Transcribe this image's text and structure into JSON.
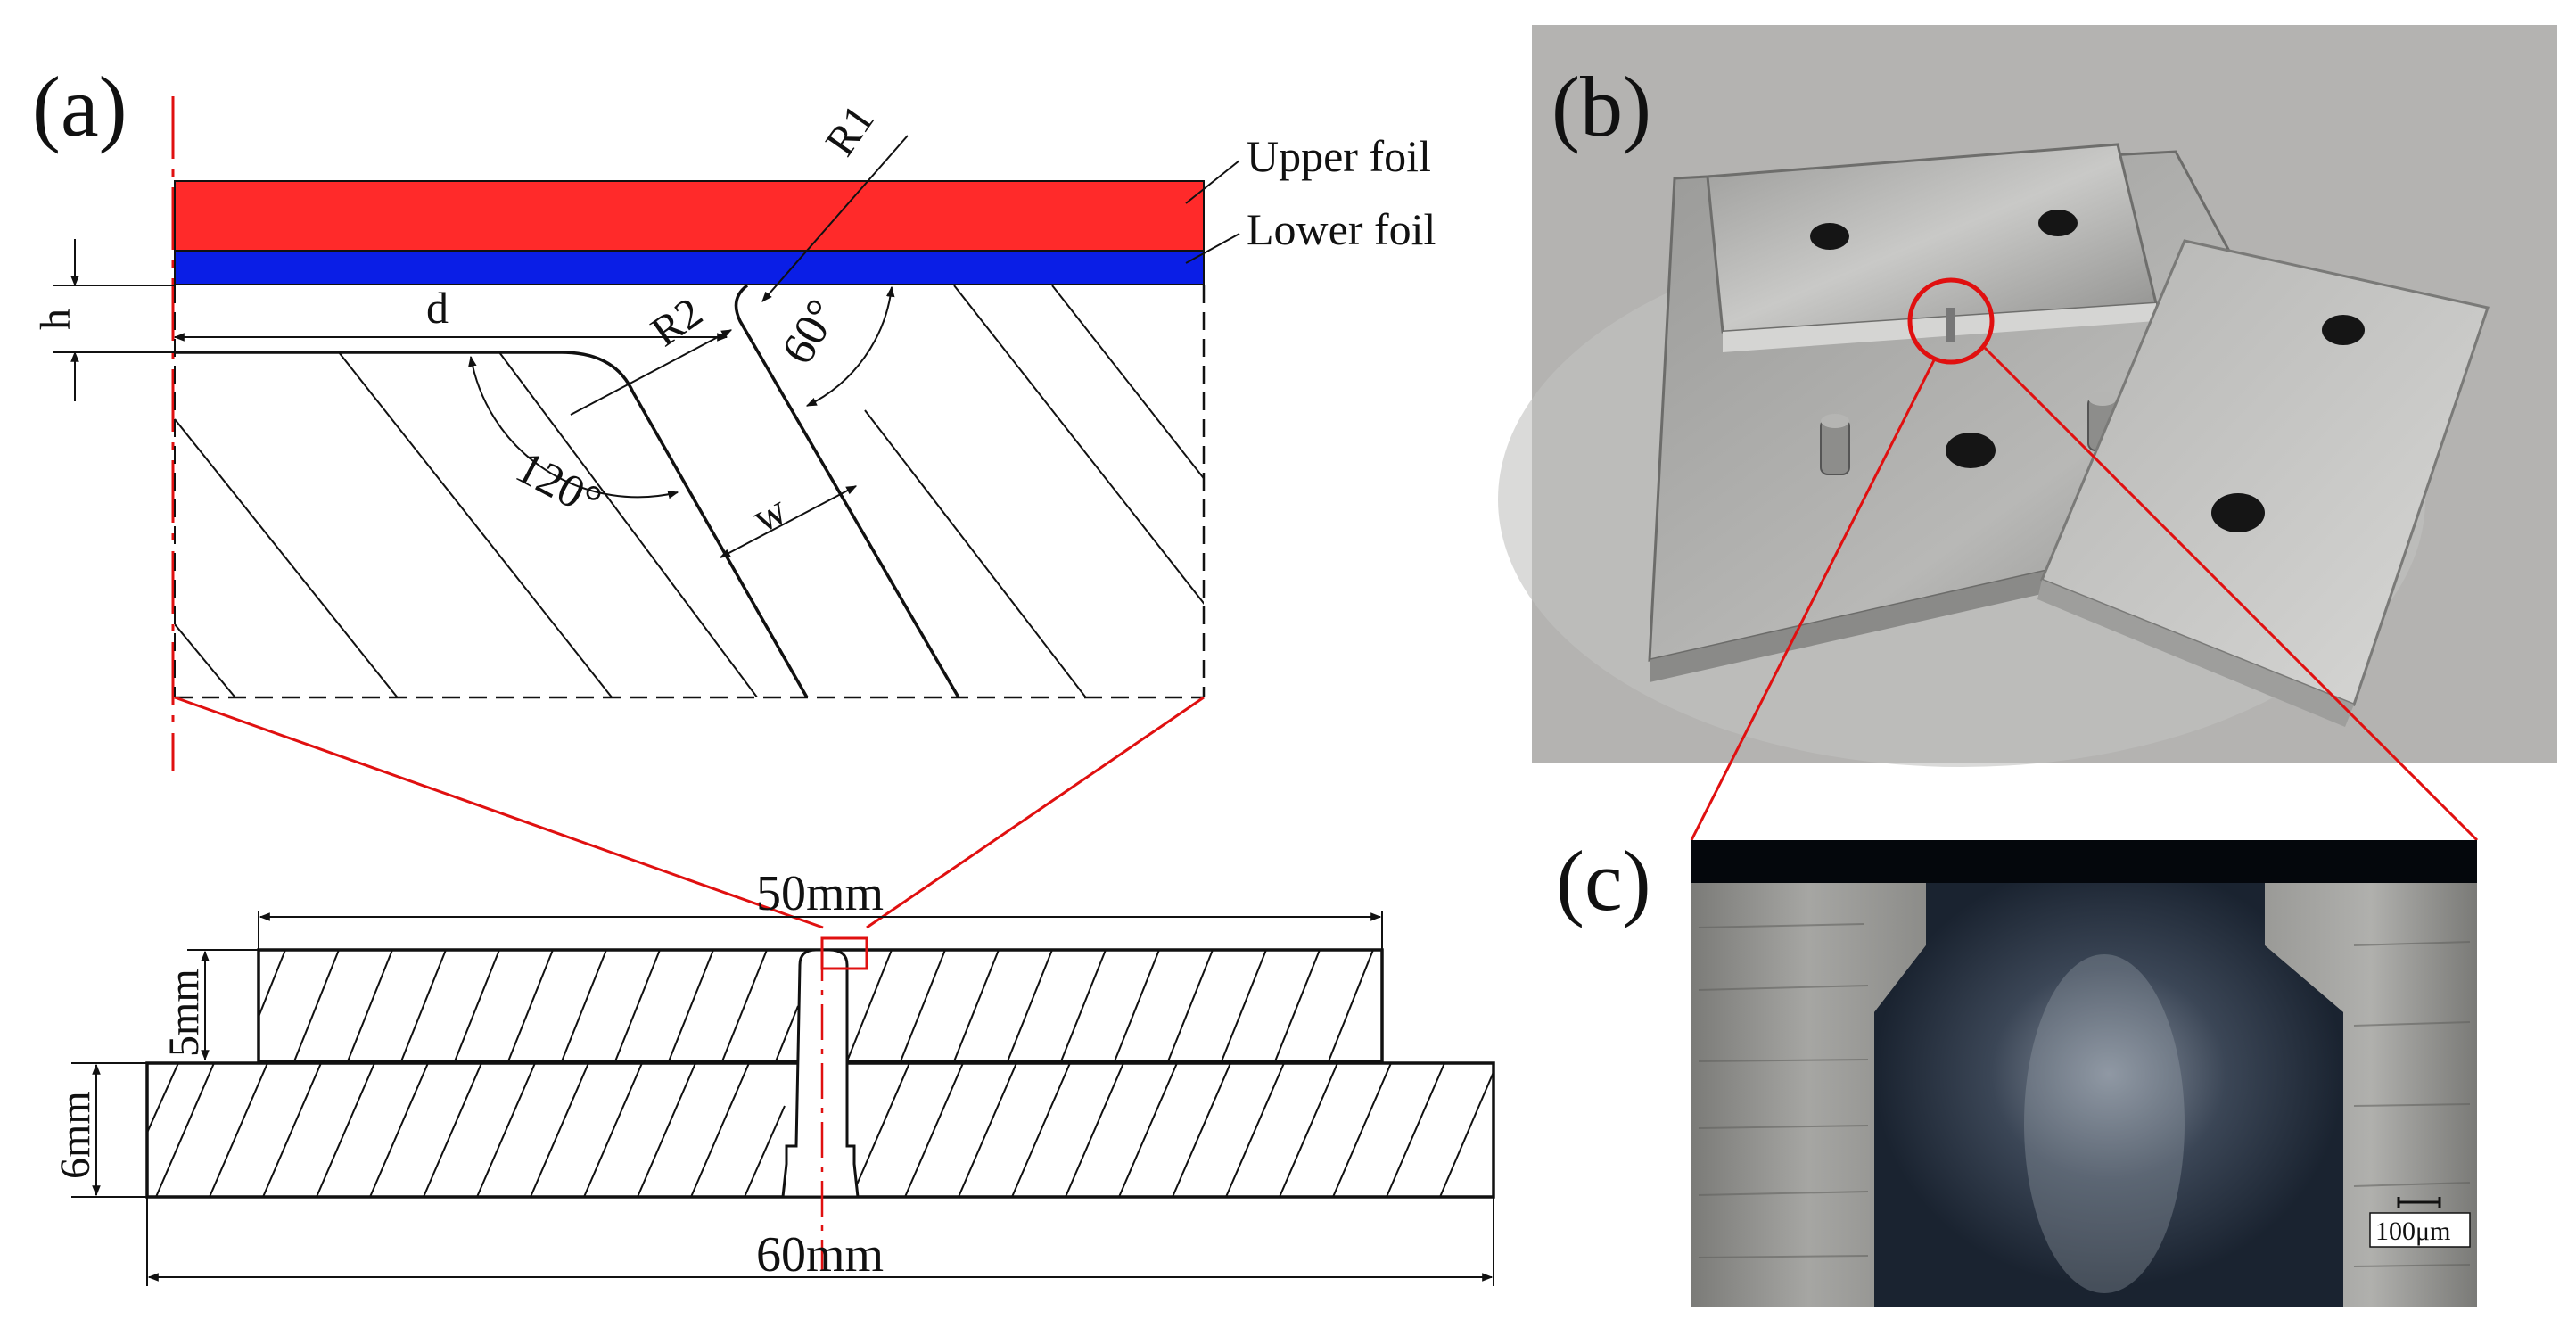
{
  "panels": {
    "a": {
      "label": "(a)"
    },
    "b": {
      "label": "(b)"
    },
    "c": {
      "label": "(c)"
    }
  },
  "foils": {
    "upper": {
      "label": "Upper foil",
      "color": "#ff2a2a"
    },
    "lower": {
      "label": "Lower foil",
      "color": "#0a1ee6"
    }
  },
  "dimensions": {
    "h": "h",
    "d": "d",
    "r1": "R1",
    "r2": "R2",
    "w": "w",
    "angle_120": "120°",
    "angle_60": "60°",
    "width_top": "50mm",
    "height_top": "5mm",
    "height_base": "6mm",
    "width_base": "60mm"
  },
  "micrograph": {
    "scale_bar": "100μm"
  },
  "colors": {
    "zoom_lines": "#e01010",
    "outline": "#111111",
    "photo_bg": "#b4b3b1",
    "metal": "#a9a9a7"
  }
}
